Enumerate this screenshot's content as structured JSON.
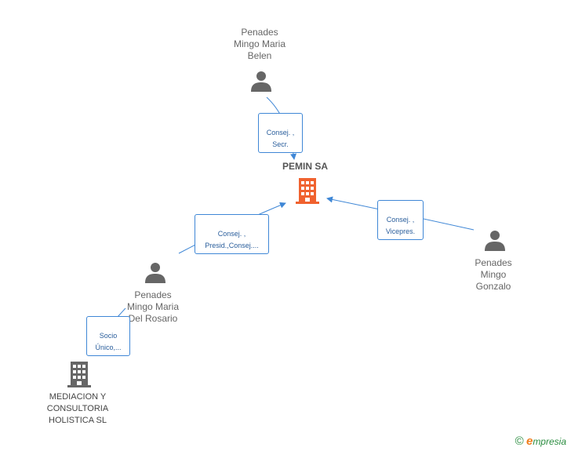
{
  "nodes": {
    "person_belen": {
      "name": "Penades\nMingo Maria\nBelen",
      "icon": "person-icon"
    },
    "company_pemin": {
      "name": "PEMIN SA",
      "icon": "building-icon",
      "color": "#f0622f"
    },
    "person_gonzalo": {
      "name": "Penades\nMingo\nGonzalo",
      "icon": "person-icon"
    },
    "person_rosario": {
      "name": "Penades\nMingo Maria\nDel Rosario",
      "icon": "person-icon"
    },
    "company_mediacion": {
      "name": "MEDIACION Y\nCONSULTORIA\nHOLISTICA SL",
      "icon": "building-icon",
      "color": "#666666"
    }
  },
  "edges": {
    "belen_to_pemin": "Consej. ,\nSecr.",
    "rosario_to_pemin": "Consej. ,\nPresid.,Consej....",
    "gonzalo_to_pemin": "Consej. ,\nVicepres.",
    "rosario_to_mediacion": "Socio\nÚnico,..."
  },
  "colors": {
    "edge": "#3f87d6",
    "person": "#666666"
  },
  "brand": {
    "symbol": "©",
    "e": "e",
    "rest": "mpresia"
  }
}
